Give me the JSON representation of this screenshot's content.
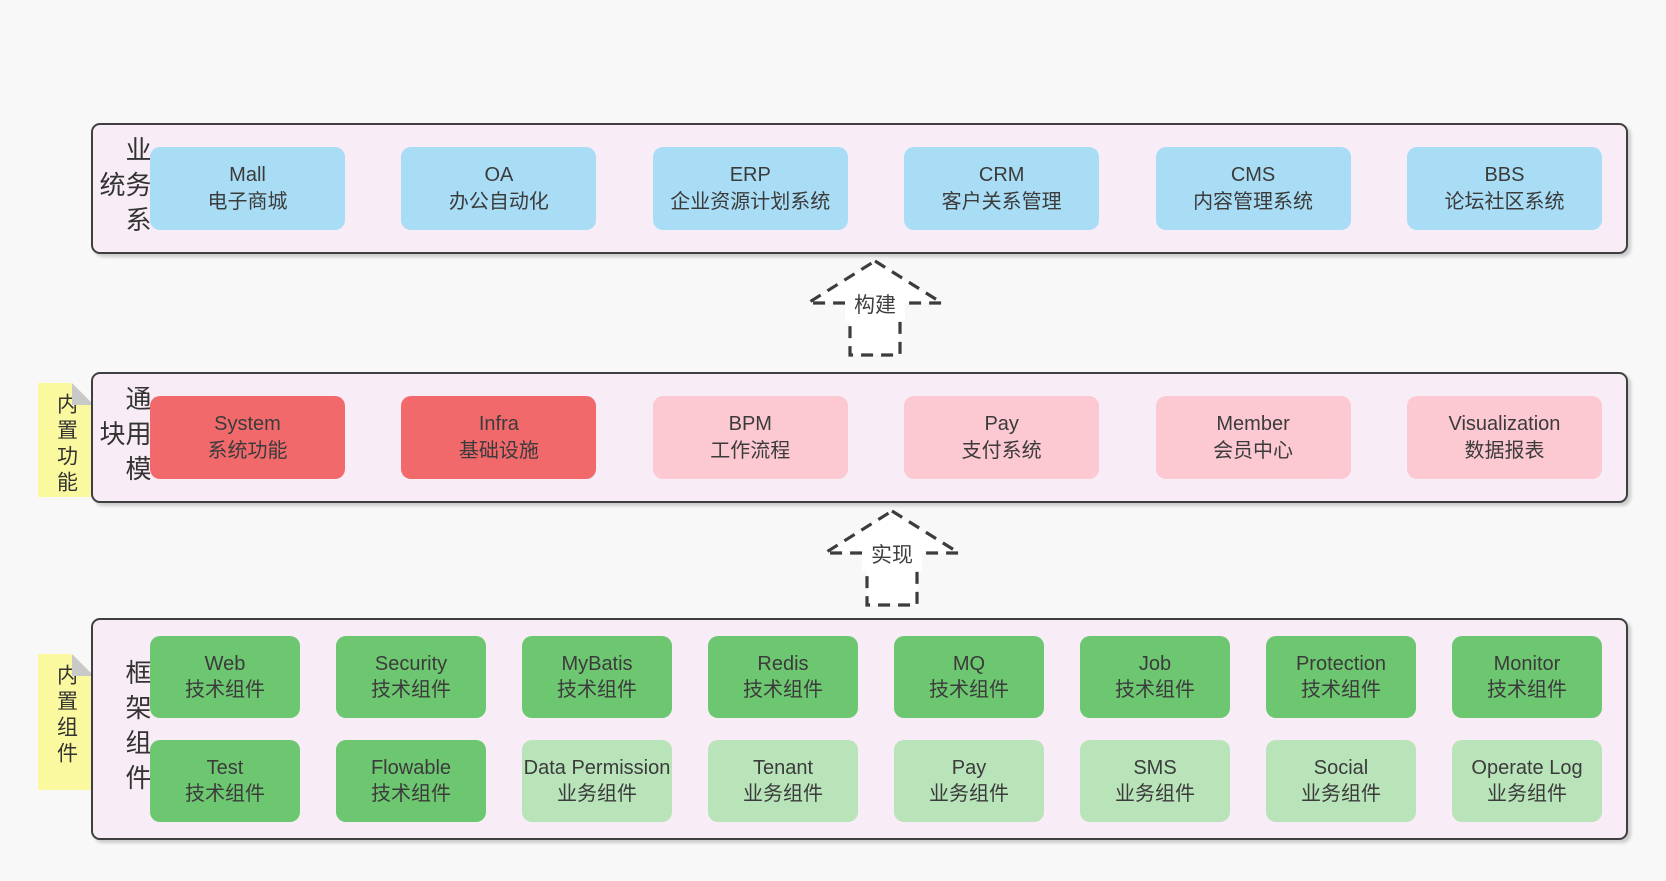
{
  "colors": {
    "page_bg": "#f8f8f8",
    "band_bg": "#f8edf6",
    "band_border": "#3f3f3f",
    "blue": "#a9ddf5",
    "red": "#f2696c",
    "pink": "#fcc9d2",
    "green": "#6dc771",
    "light_green": "#b9e4ba",
    "note_yellow": "#fbf99f",
    "text": "#3b3b3b"
  },
  "arrows": [
    {
      "label": "构建"
    },
    {
      "label": "实现"
    }
  ],
  "bands": [
    {
      "label": "业务系统",
      "boxes": [
        {
          "name": "Mall",
          "desc": "电子商城"
        },
        {
          "name": "OA",
          "desc": "办公自动化"
        },
        {
          "name": "ERP",
          "desc": "企业资源计划系统"
        },
        {
          "name": "CRM",
          "desc": "客户关系管理"
        },
        {
          "name": "CMS",
          "desc": "内容管理系统"
        },
        {
          "name": "BBS",
          "desc": "论坛社区系统"
        }
      ]
    },
    {
      "label": "通用模块",
      "note": "内置功能",
      "boxes": [
        {
          "name": "System",
          "desc": "系统功能"
        },
        {
          "name": "Infra",
          "desc": "基础设施"
        },
        {
          "name": "BPM",
          "desc": "工作流程"
        },
        {
          "name": "Pay",
          "desc": "支付系统"
        },
        {
          "name": "Member",
          "desc": "会员中心"
        },
        {
          "name": "Visualization",
          "desc": "数据报表"
        }
      ]
    },
    {
      "label": "框架组件",
      "note": "内置组件",
      "rows": [
        [
          {
            "name": "Web",
            "desc": "技术组件"
          },
          {
            "name": "Security",
            "desc": "技术组件"
          },
          {
            "name": "MyBatis",
            "desc": "技术组件"
          },
          {
            "name": "Redis",
            "desc": "技术组件"
          },
          {
            "name": "MQ",
            "desc": "技术组件"
          },
          {
            "name": "Job",
            "desc": "技术组件"
          },
          {
            "name": "Protection",
            "desc": "技术组件"
          },
          {
            "name": "Monitor",
            "desc": "技术组件"
          }
        ],
        [
          {
            "name": "Test",
            "desc": "技术组件"
          },
          {
            "name": "Flowable",
            "desc": "技术组件"
          },
          {
            "name": "Data Permission",
            "desc": "业务组件"
          },
          {
            "name": "Tenant",
            "desc": "业务组件"
          },
          {
            "name": "Pay",
            "desc": "业务组件"
          },
          {
            "name": "SMS",
            "desc": "业务组件"
          },
          {
            "name": "Social",
            "desc": "业务组件"
          },
          {
            "name": "Operate Log",
            "desc": "业务组件"
          }
        ]
      ]
    }
  ]
}
